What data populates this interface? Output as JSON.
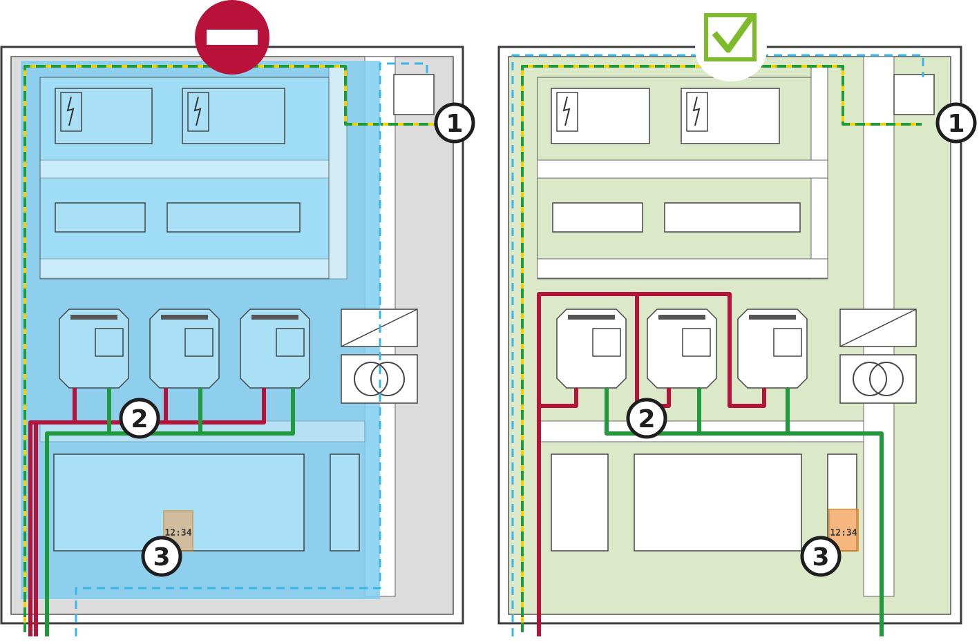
{
  "wrong_cabinet": {
    "status": "incorrect",
    "status_icon": "no-entry-icon",
    "markers": [
      "1",
      "2",
      "3"
    ],
    "timer_label": "12:34"
  },
  "right_cabinet": {
    "status": "correct",
    "status_icon": "checkmark-icon",
    "markers": [
      "1",
      "2",
      "3"
    ],
    "timer_label": "12:34"
  },
  "colors": {
    "power_red": "#b5133a",
    "pe_green": "#1f9a3a",
    "pe_yellow": "#f5d100",
    "signal_blue": "#3db4e6",
    "wrong_zone": "#7fcdee",
    "right_zone": "#dce9c8",
    "no_entry_red": "#b8123a",
    "check_green": "#7dbb2b",
    "timer_orange": "#e07d10"
  }
}
